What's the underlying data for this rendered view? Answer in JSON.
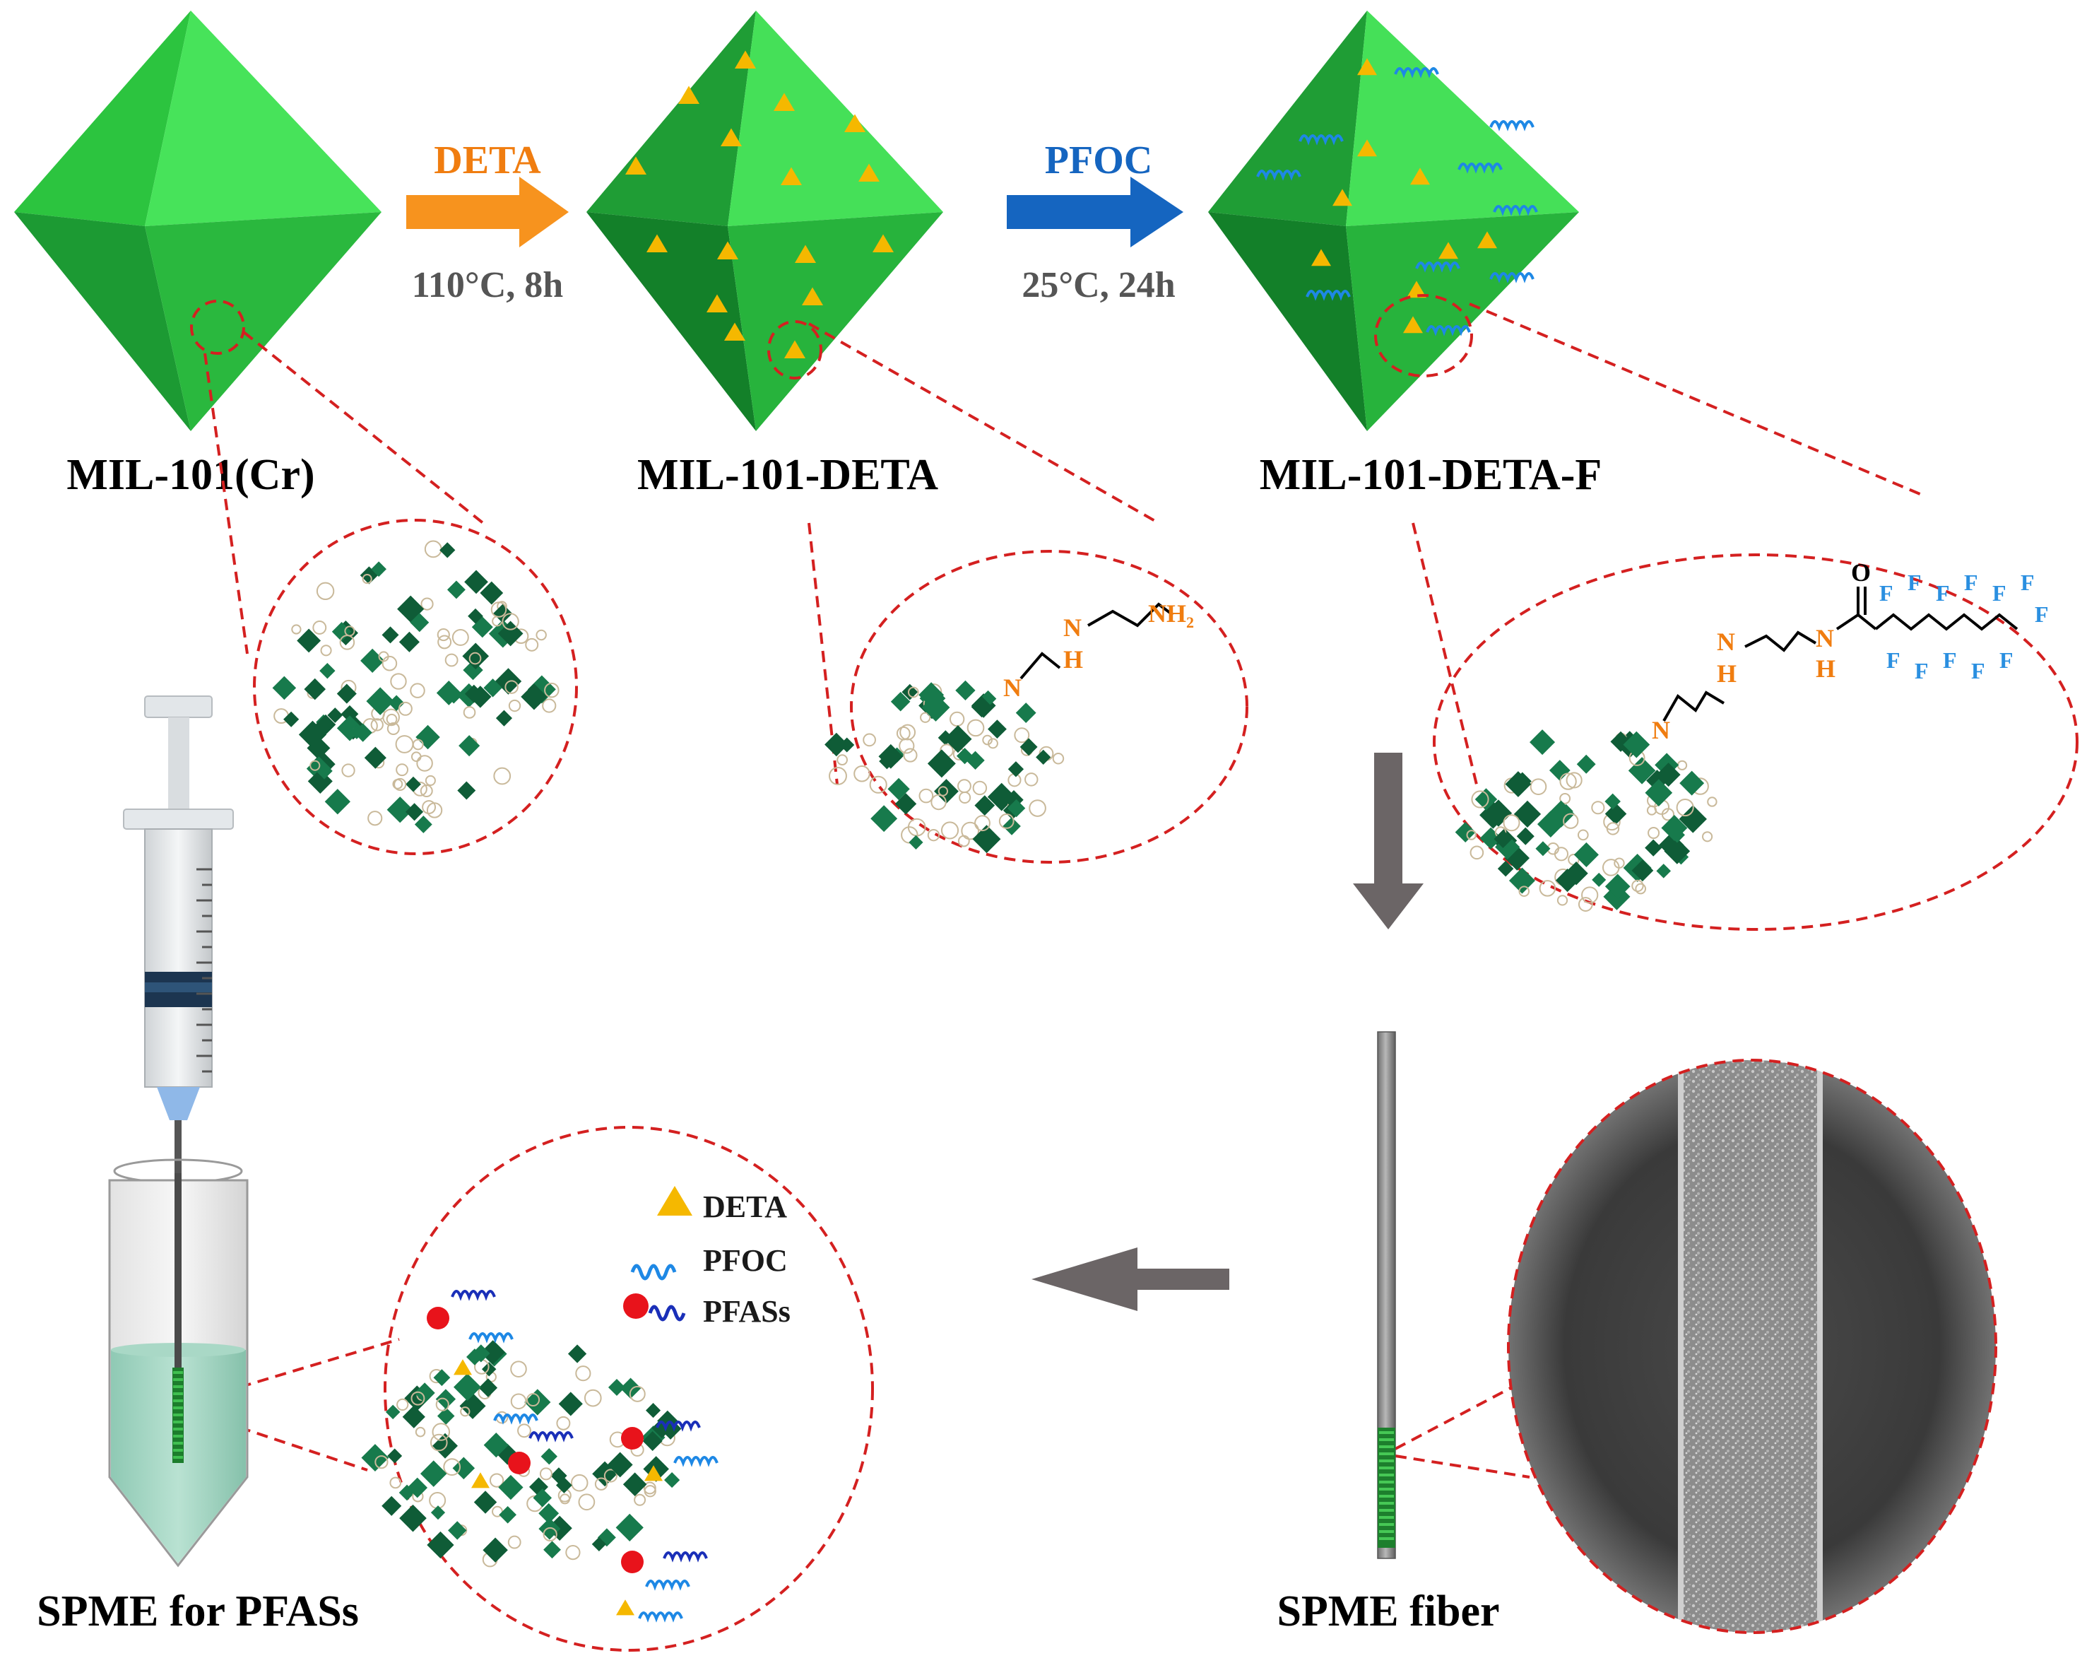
{
  "steps": {
    "step1": {
      "reagent": "DETA",
      "condition": "110°C, 8h"
    },
    "step2": {
      "reagent": "PFOC",
      "condition": "25°C, 24h"
    }
  },
  "materials": {
    "m1": "MIL-101(Cr)",
    "m2": "MIL-101-DETA",
    "m3": "MIL-101-DETA-F"
  },
  "chem": {
    "n": "N",
    "h": "H",
    "nh2": "NH",
    "nh2_sub": "2",
    "o": "O",
    "f": "F"
  },
  "legend": {
    "deta": "DETA",
    "pfoc": "PFOC",
    "pfass": "PFASs"
  },
  "bottom": {
    "left": "SPME for PFASs",
    "right": "SPME fiber"
  },
  "colors": {
    "octa_light": "#39d647",
    "octa_mid": "#22b43a",
    "octa_dark": "#0f6e23",
    "triangle": "#f5b800",
    "wave": "#1e88e5",
    "orange_arrow": "#f7931e",
    "blue_arrow": "#1565c0",
    "dash_red": "#d42020",
    "gray_arrow": "#6b6566",
    "amine_orange": "#f07d10",
    "fluor_blue": "#2a8fe0",
    "pfas_red": "#e8131b"
  }
}
